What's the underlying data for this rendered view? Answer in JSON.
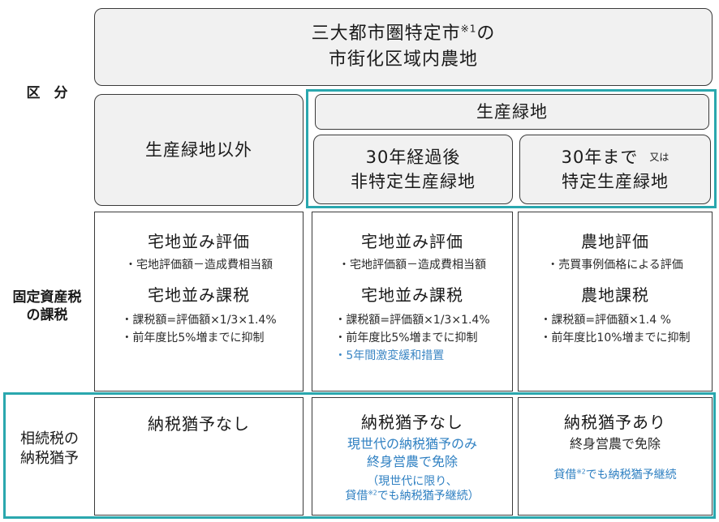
{
  "row_labels": {
    "category": "区　分",
    "fixed_asset_tax": [
      "固定資産税",
      "の課税"
    ],
    "inheritance_tax": [
      "相続税の",
      "納税猶予"
    ]
  },
  "header": {
    "top_line1": "三大都市圏特定市",
    "top_sup": "※1",
    "top_line1_suffix": "の",
    "top_line2": "市街化区域内農地",
    "non_green": "生産緑地以外",
    "green": "生産緑地",
    "after30_line1": "30年経過後",
    "after30_line2": "非特定生産緑地",
    "until30_line1": "30年まで",
    "until30_or": "又は",
    "until30_line2": "特定生産緑地"
  },
  "fixed_asset": {
    "col1": {
      "eval_title": "宅地並み評価",
      "eval_bullet": "・宅地評価額－造成費相当額",
      "tax_title": "宅地並み課税",
      "bullets": [
        "・課税額=評価額×1/3×1.4%",
        "・前年度比5%増までに抑制"
      ]
    },
    "col2": {
      "eval_title": "宅地並み評価",
      "eval_bullet": "・宅地評価額－造成費相当額",
      "tax_title": "宅地並み課税",
      "bullets": [
        "・課税額=評価額×1/3×1.4%",
        "・前年度比5%増までに抑制"
      ],
      "blue_bullet": "・5年間激変緩和措置"
    },
    "col3": {
      "eval_title": "農地評価",
      "eval_bullet": "・売買事例価格による評価",
      "tax_title": "農地課税",
      "bullets": [
        "・課税額=評価額×1.4 %",
        "・前年度比10%増までに抑制"
      ]
    }
  },
  "inheritance": {
    "col1": {
      "title": "納税猶予なし"
    },
    "col2": {
      "title": "納税猶予なし",
      "line1": "現世代の納税猶予のみ",
      "line2": "終身営農で免除",
      "line3": "（現世代に限り、",
      "line4_prefix": "貸借",
      "line4_sup": "※2",
      "line4_suffix": "でも納税猶予継続）"
    },
    "col3": {
      "title": "納税猶予あり",
      "line1": "終身営農で免除",
      "line2_prefix": "貸借",
      "line2_sup": "※2",
      "line2_suffix": "でも納税猶予継続"
    }
  },
  "colors": {
    "teal_border": "#2aa7ae",
    "header_fill": "#f1f1f1",
    "blue_text": "#2f80c2",
    "green_highlight": "#c8e63a",
    "gray_highlight": "#9a9a9a"
  }
}
